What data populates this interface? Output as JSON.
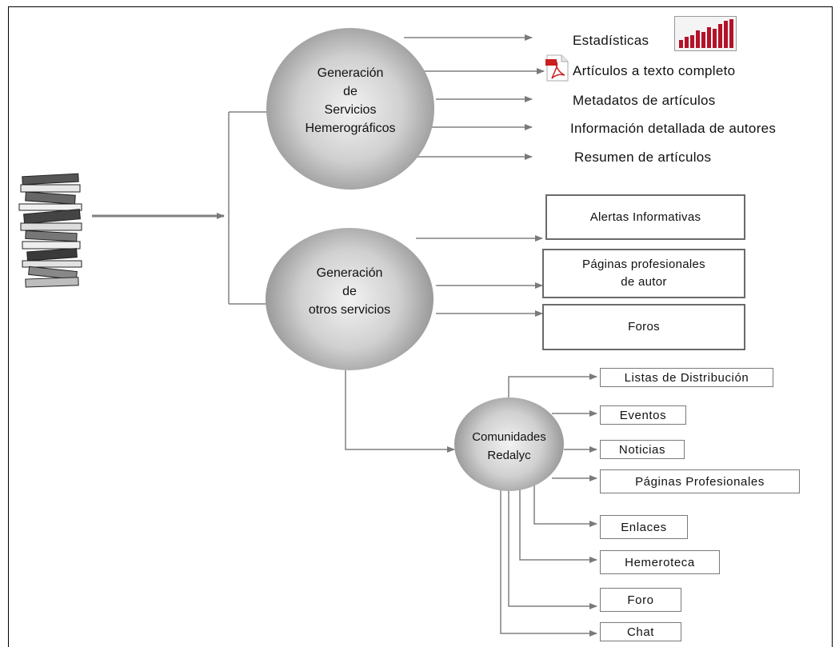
{
  "hubs": {
    "hemerograficos": {
      "lines": [
        "Generación",
        "de",
        "Servicios",
        "Hemerográficos"
      ]
    },
    "otros": {
      "lines": [
        "Generación",
        "de",
        "otros servicios"
      ]
    },
    "comunidades": {
      "lines": [
        "Comunidades",
        "Redalyc"
      ]
    }
  },
  "hemerograficos_outputs": [
    "Estadísticas",
    "Artículos a texto completo",
    "Metadatos de artículos",
    "Información detallada de autores",
    "Resumen de artículos"
  ],
  "otros_outputs": {
    "alertas": "Alertas Informativas",
    "paginas_autor": [
      "Páginas profesionales",
      "de autor"
    ],
    "foros": "Foros"
  },
  "comunidades_outputs": [
    "Listas de Distribución",
    "Eventos",
    "Noticias",
    "Páginas Profesionales",
    "Enlaces",
    "Hemeroteca",
    "Foro",
    "Chat"
  ],
  "icons": [
    "books-stack-icon",
    "bar-chart-icon",
    "pdf-icon"
  ],
  "colors": {
    "connector": "#808080",
    "box_border": "#6a6a6a",
    "chart_red": "#b3122a"
  }
}
